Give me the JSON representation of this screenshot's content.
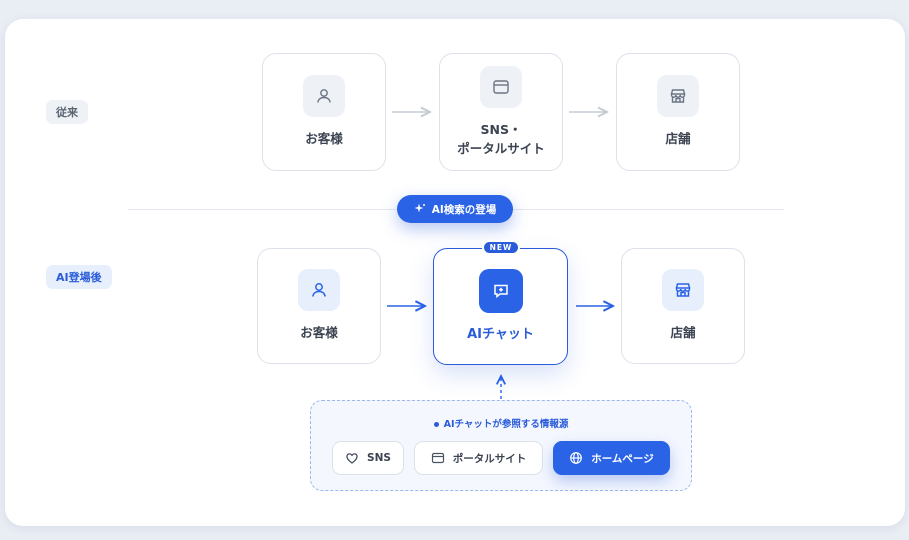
{
  "labels": {
    "traditional": "従来",
    "after_ai": "AI登場後"
  },
  "traditional_flow": {
    "customer": "お客様",
    "sns_line1": "SNS・",
    "sns_line2": "ポータルサイト",
    "store": "店舗"
  },
  "ai_search_pill": "AI検索の登場",
  "new_flow": {
    "customer": "お客様",
    "ai_chat": "AIチャット",
    "store": "店舗",
    "new_badge": "NEW"
  },
  "sources": {
    "title": "AIチャットが参照する情報源",
    "chips": [
      "SNS",
      "ポータルサイト",
      "ホームページ"
    ]
  },
  "colors": {
    "accent": "#2a63e6",
    "muted_arrow": "#c5cbd5",
    "label_text": "#3c4451"
  },
  "icons": {
    "customer": "user-icon",
    "sns_portal": "browser-window-icon",
    "store": "store-icon",
    "ai_chat": "chat-bubble-icon",
    "ai_pill": "sparkle-icon",
    "sns_chip": "heart-icon",
    "portal_chip": "browser-window-icon",
    "homepage_chip": "globe-icon"
  }
}
